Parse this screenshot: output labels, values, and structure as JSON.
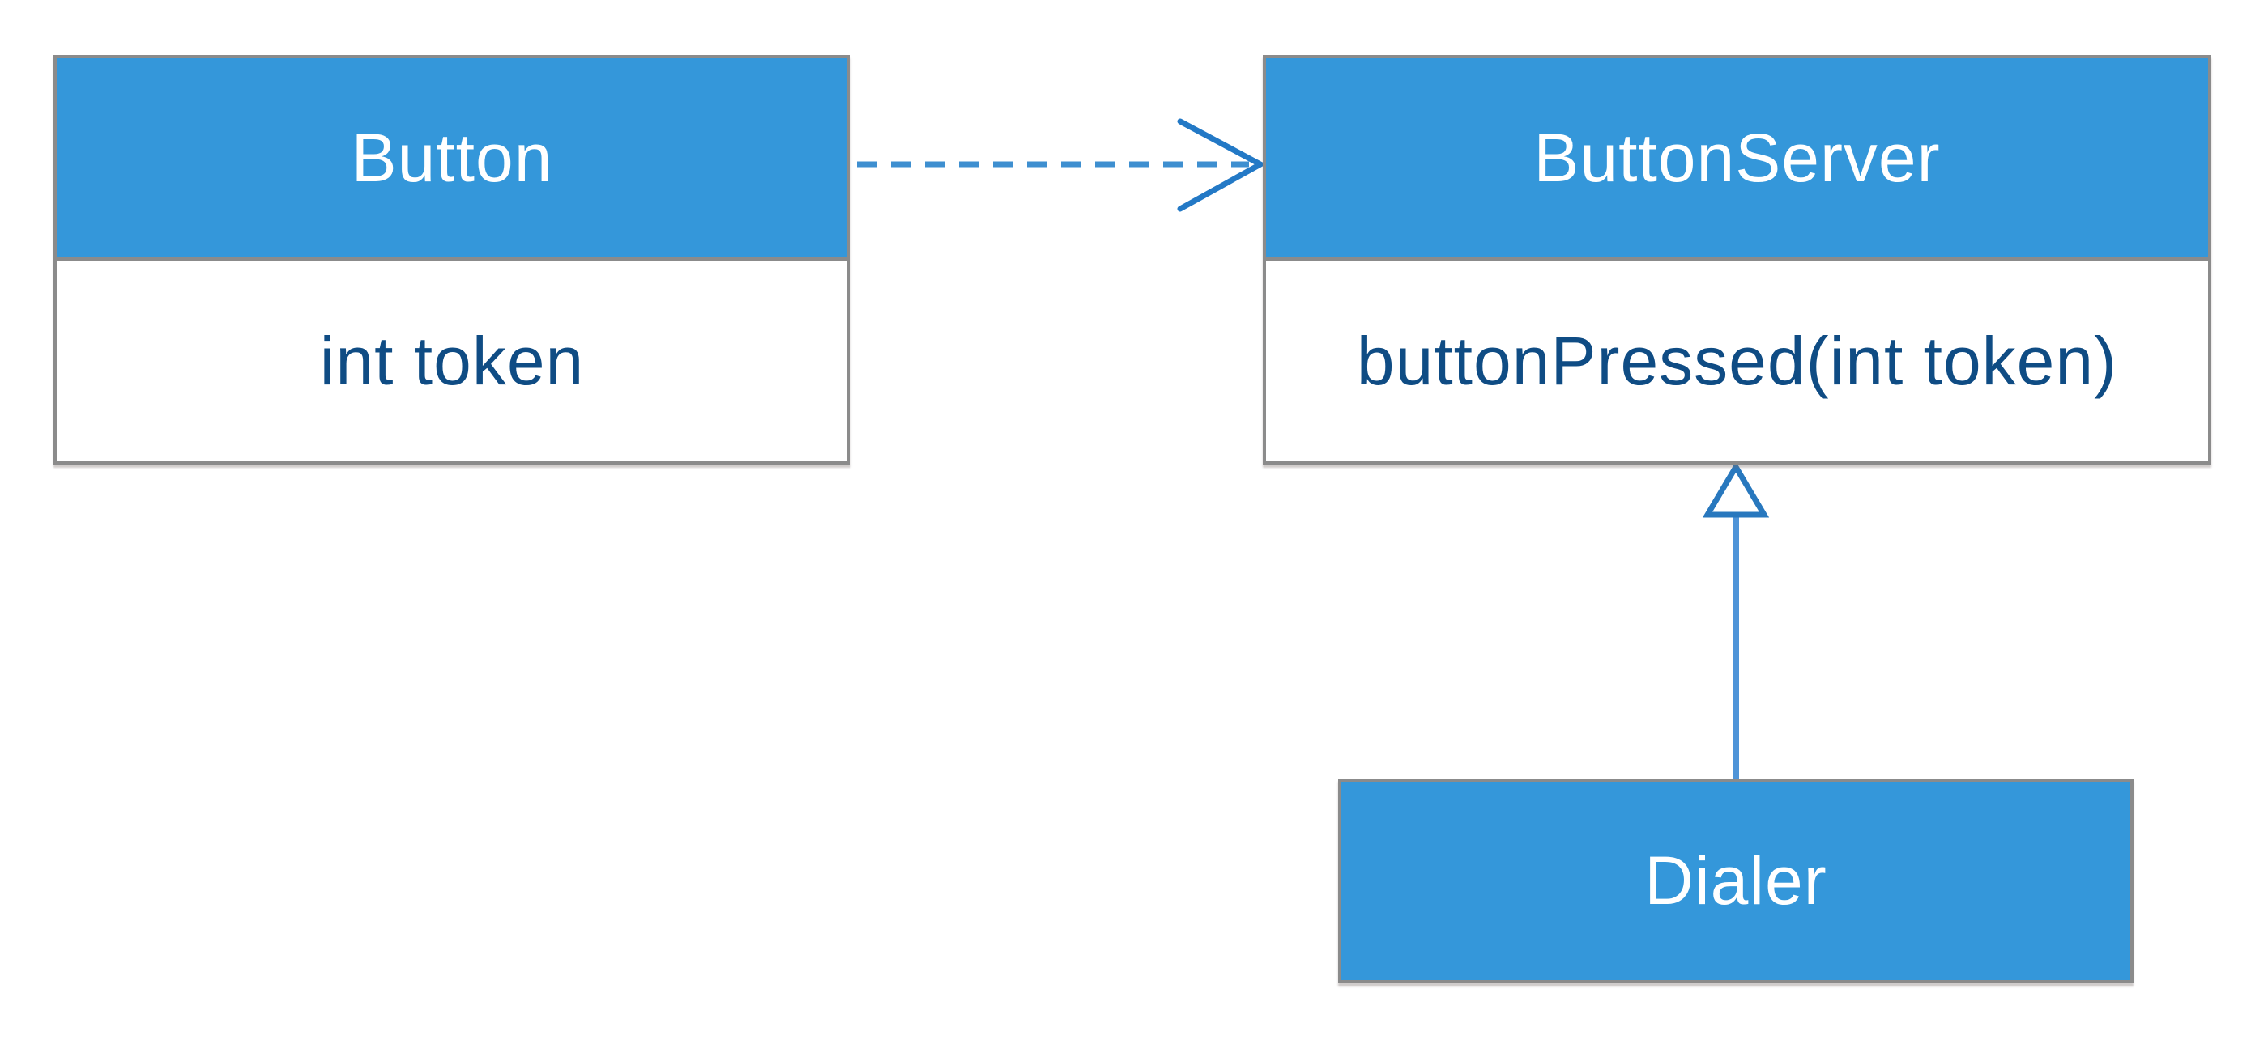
{
  "diagram": {
    "type": "uml-class-diagram",
    "background": "#ffffff",
    "classes": [
      {
        "id": "button",
        "name": "Button",
        "members": [
          "int token"
        ]
      },
      {
        "id": "button-server",
        "name": "ButtonServer",
        "members": [
          "buttonPressed(int token)"
        ]
      },
      {
        "id": "dialer",
        "name": "Dialer",
        "members": []
      }
    ],
    "relationships": [
      {
        "type": "dependency",
        "from": "Button",
        "to": "ButtonServer",
        "line": "dashed",
        "arrowhead": "open"
      },
      {
        "type": "generalization",
        "from": "Dialer",
        "to": "ButtonServer",
        "line": "solid",
        "arrowhead": "hollow-triangle"
      }
    ],
    "colors": {
      "class_fill": "#3497da",
      "box_border": "#8b8b8b",
      "title_text": "#ffffff",
      "member_text": "#0f4c84",
      "dependency_line": "#3e8fd0",
      "dependency_arrowhead": "#2379c6",
      "generalization_line": "#4e94d8",
      "generalization_arrowhead_stroke": "#2878be",
      "generalization_arrowhead_fill": "#ffffff"
    }
  }
}
